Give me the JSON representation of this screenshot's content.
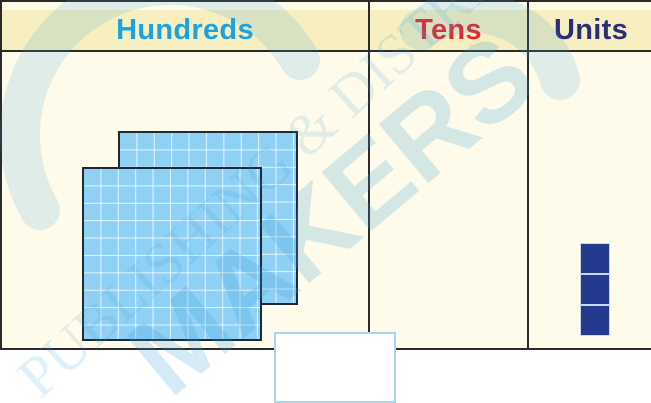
{
  "place_value_chart": {
    "columns": [
      {
        "label": "Hundreds",
        "color": "#1aa3e0",
        "count": 2,
        "block_type": "hundreds-flat"
      },
      {
        "label": "Tens",
        "color": "#e8232b",
        "count": 0,
        "block_type": "tens-rod"
      },
      {
        "label": "Units",
        "color": "#2a2f7a",
        "count": 3,
        "block_type": "unit-cube"
      }
    ]
  },
  "answer_box": {
    "value": ""
  },
  "watermark": {
    "text_line_1": "PUBLISHING & DISTRIBUTORS",
    "text_line_2": "MAKERS",
    "color": "#3a9fd8"
  }
}
